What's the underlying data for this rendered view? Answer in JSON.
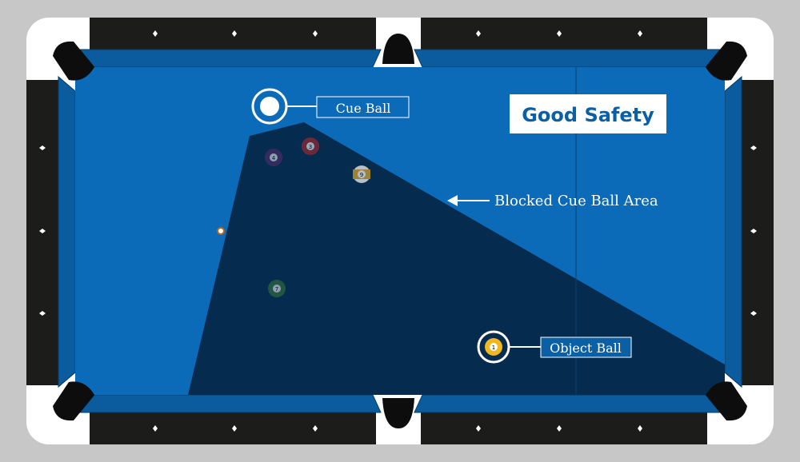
{
  "diagram": {
    "title": "Good Safety",
    "labels": {
      "cue_ball": "Cue Ball",
      "object_ball": "Object Ball",
      "blocked_area": "Blocked Cue Ball Area"
    },
    "balls": [
      {
        "id": "ball-4",
        "number": "4",
        "color": "#5b2d6e"
      },
      {
        "id": "ball-3",
        "number": "3",
        "color": "#b3282d"
      },
      {
        "id": "ball-9",
        "number": "9",
        "color": "#e1a72a"
      },
      {
        "id": "ball-7",
        "number": "7",
        "color": "#3d7a3a"
      },
      {
        "id": "ball-1",
        "number": "1",
        "color": "#f2b621"
      }
    ]
  },
  "colors": {
    "felt": "#0b6bb8",
    "cushion": "#0a5fa3",
    "blocked_area": "#052c4e",
    "rail": "#1a1a1a",
    "frame": "#ffffff",
    "label_bg": "#ffffff",
    "label_text": "#0b6bb8"
  }
}
